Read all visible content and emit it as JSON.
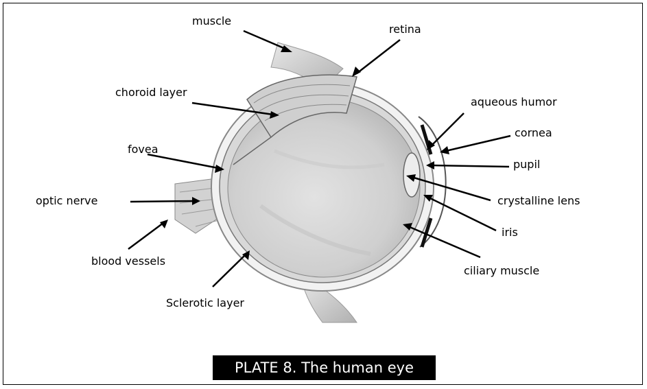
{
  "labels": {
    "muscle": "muscle",
    "retina": "retina",
    "choroid_layer": "choroid layer",
    "aqueous_humor": "aqueous humor",
    "cornea": "cornea",
    "fovea": "fovea",
    "pupil": "pupil",
    "optic_nerve": "optic nerve",
    "crystalline_lens": "crystalline lens",
    "iris": "iris",
    "blood_vessels": "blood vessels",
    "ciliary_muscle": "ciliary muscle",
    "sclerotic_layer": "Sclerotic layer"
  },
  "caption": "PLATE 8. The human eye"
}
